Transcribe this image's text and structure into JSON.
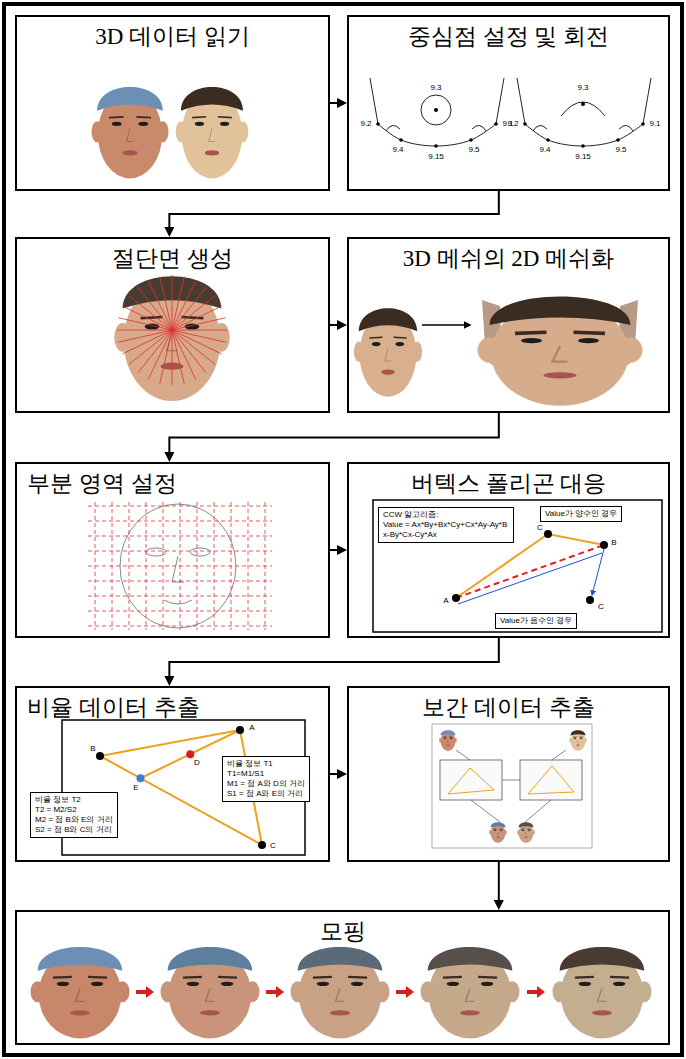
{
  "diagram": {
    "nodes": [
      {
        "text": [
          "3D 데이터 읽기"
        ]
      },
      {
        "text": [
          "중심점 설정 및 회전"
        ]
      },
      {
        "text": [
          "절단면 생성"
        ]
      },
      {
        "text": [
          "3D 메쉬의 2D 메쉬화"
        ]
      },
      {
        "text": [
          "부분 영역 설정"
        ]
      },
      {
        "text": [
          "버텍스 폴리곤 대응"
        ]
      },
      {
        "text": [
          "CCW 알고리즘:",
          "Value = Ax*By+Bx*Cy+Cx*Ay-Ay*Bx-By*Cx-Cy*Ax"
        ],
        "in": 5
      },
      {
        "text": [
          "Value가 양수인 경우"
        ],
        "in": 5
      },
      {
        "text": [
          "Value가 음수인 경우"
        ],
        "in": 5
      },
      {
        "text": [
          "비율 데이터 추출"
        ]
      },
      {
        "text": [
          "비율 정보 T1",
          "T1=M1/S1",
          "M1 = 점 A와 D의 거리",
          "S1 = 점 A와 E의 거리"
        ],
        "in": 9
      },
      {
        "text": [
          "비율 정보 T2",
          "T2 = M2/S2",
          "M2 = 점 B와 E의 거리",
          "S2 = 점 B와 C의 거리"
        ],
        "in": 9
      },
      {
        "text": [
          "보간 데이터 추출"
        ]
      },
      {
        "text": [
          "모핑"
        ]
      }
    ],
    "edges": [
      {
        "from": 0,
        "to": 1,
        "arrow": "to"
      },
      {
        "from": 1,
        "to": 2,
        "arrow": "to"
      },
      {
        "from": 2,
        "to": 3,
        "arrow": "to"
      },
      {
        "from": 3,
        "to": 4,
        "arrow": "to"
      },
      {
        "from": 4,
        "to": 5,
        "arrow": "to"
      },
      {
        "from": 5,
        "to": 9,
        "arrow": "to"
      },
      {
        "from": 9,
        "to": 12,
        "arrow": "to"
      },
      {
        "from": 12,
        "to": 13,
        "arrow": "to"
      }
    ],
    "labels": [
      "9.3",
      "9.2",
      "9.4",
      "9.15",
      "9.5",
      "9.1",
      "9.3",
      "9.2",
      "9.4",
      "9.15",
      "9.5",
      "9.1",
      "C",
      "B",
      "A",
      "C",
      "A",
      "B",
      "D",
      "E",
      "C"
    ]
  }
}
